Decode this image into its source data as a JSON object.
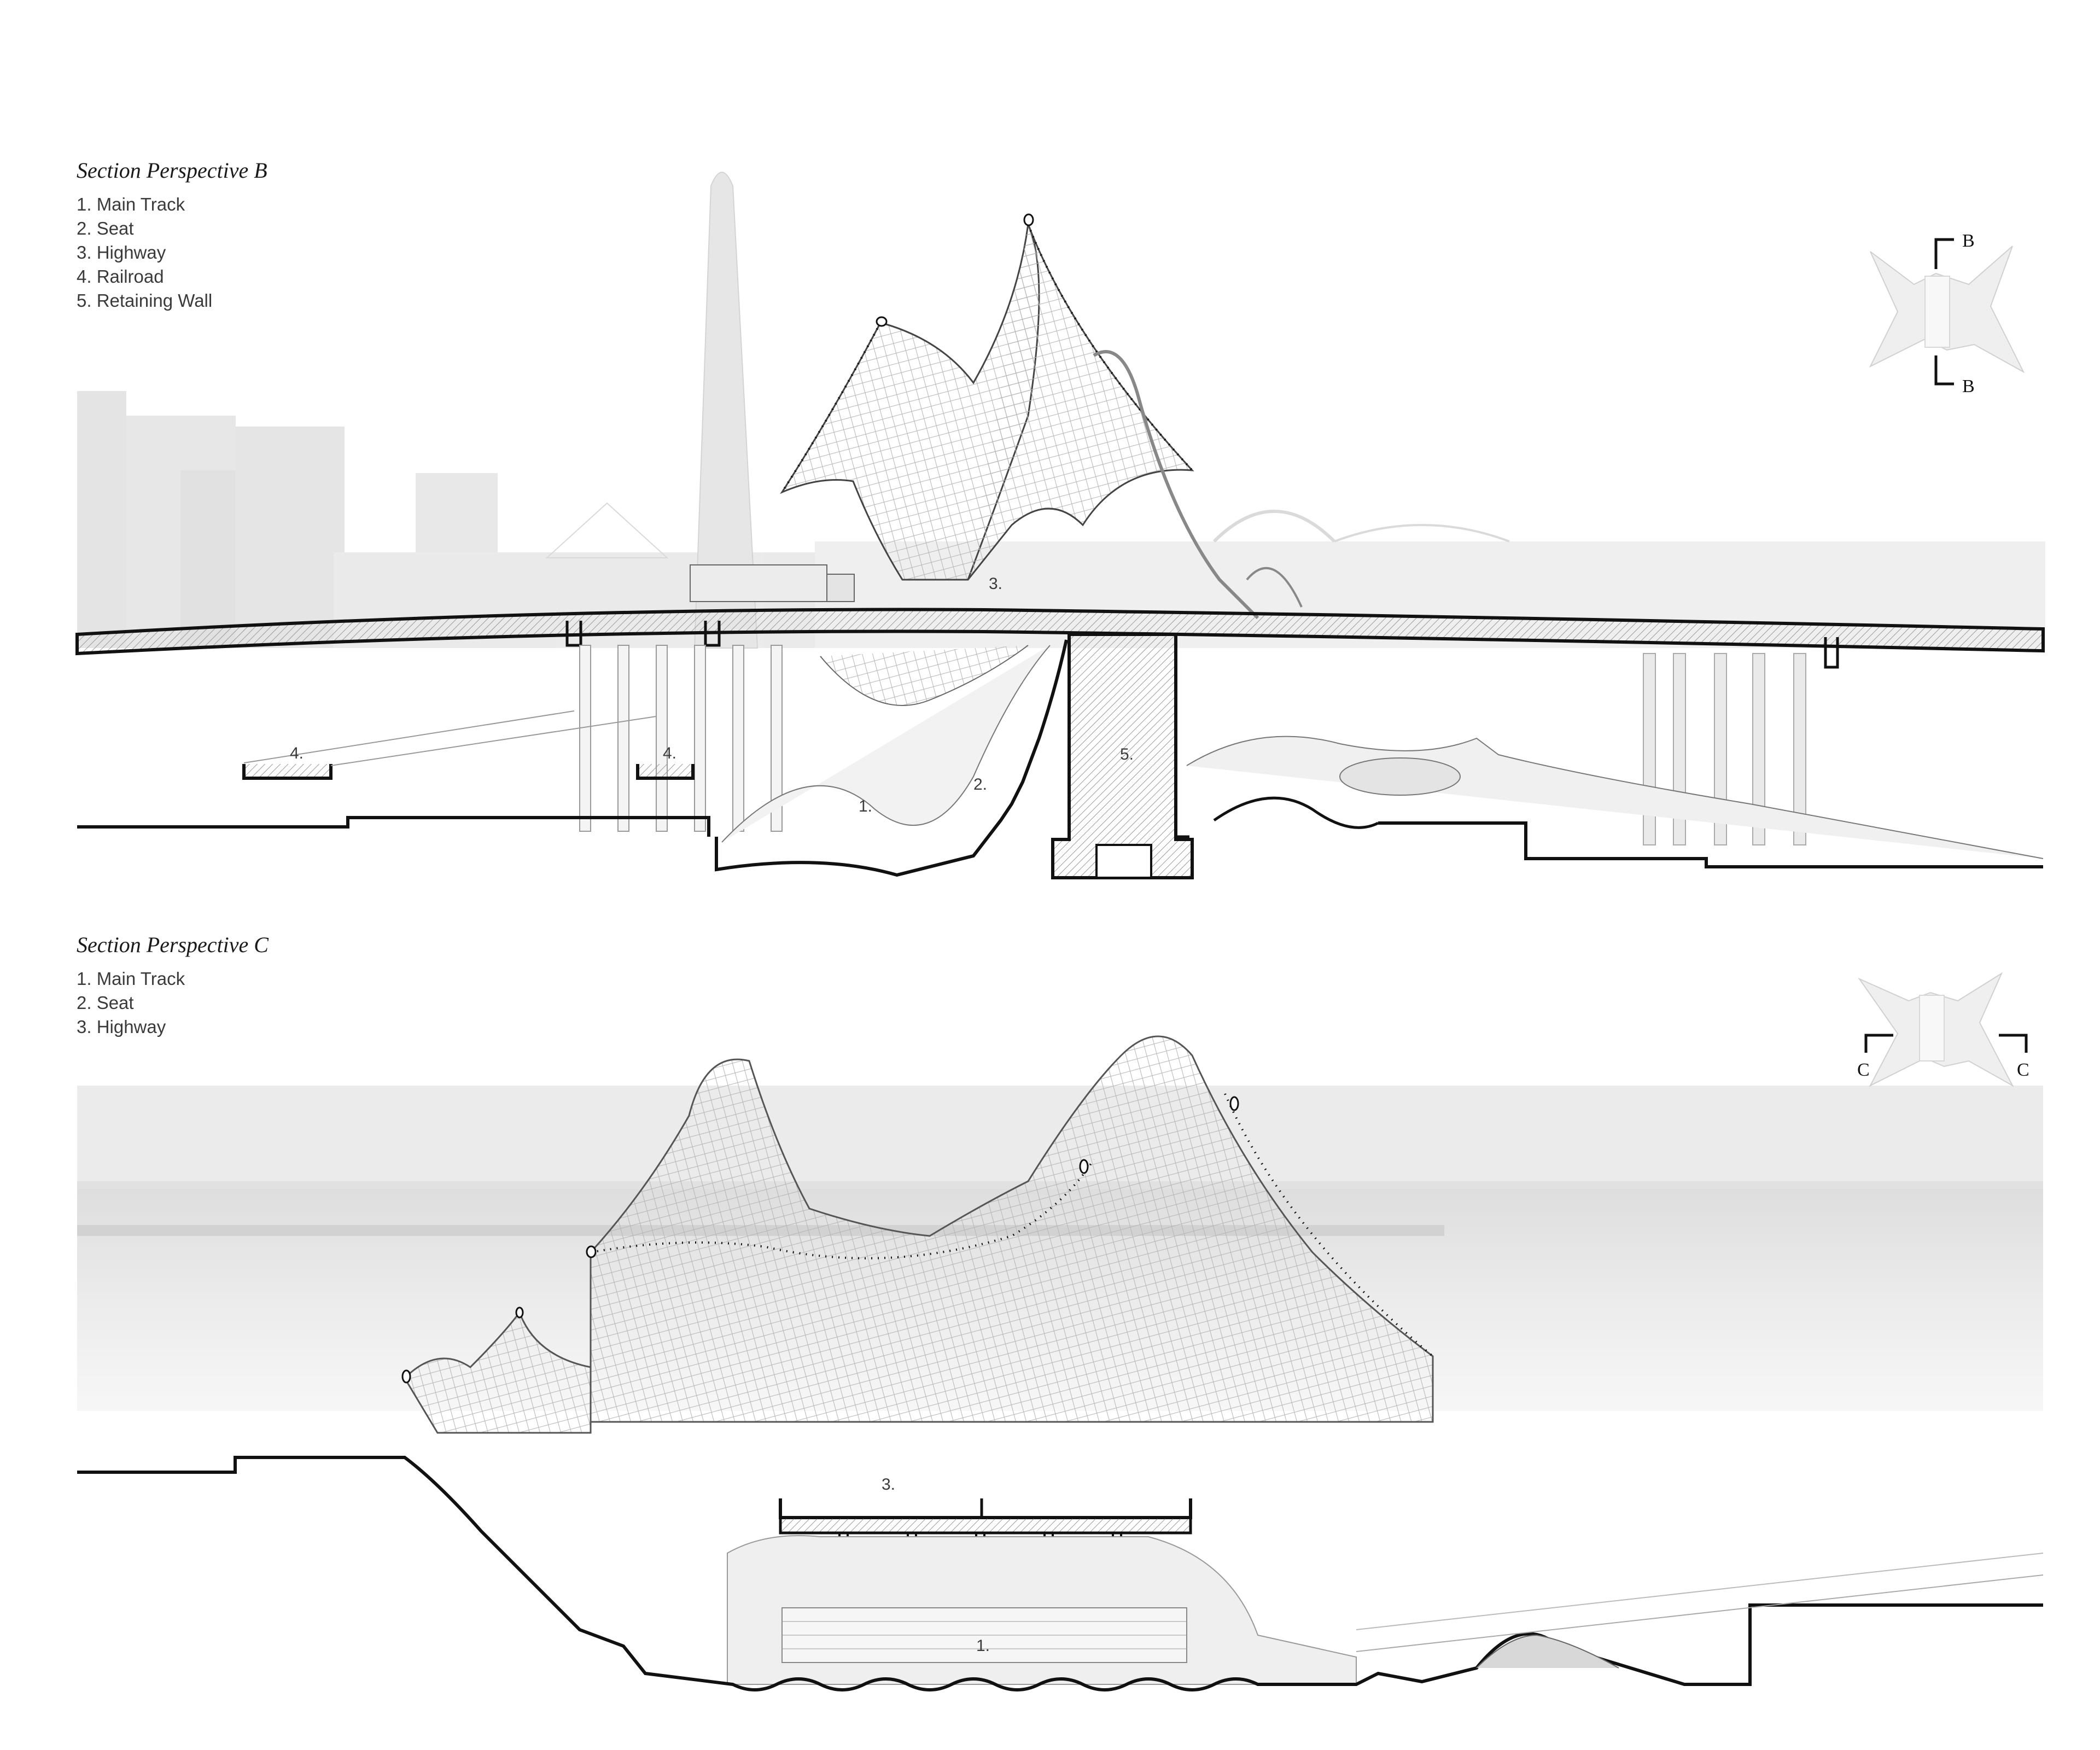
{
  "sheet": {
    "background": "#ffffff",
    "line_color": "#111111",
    "tone_light": "#eeeeee",
    "tone_mid": "#d9d9d9"
  },
  "section_b": {
    "title": "Section Perspective B",
    "legend": [
      "1. Main Track",
      "2. Seat",
      "3. Highway",
      "4. Railroad",
      "5. Retaining Wall"
    ],
    "callouts": {
      "main_track": "1.",
      "seat": "2.",
      "highway": "3.",
      "railroad_left": "4.",
      "railroad_right": "4.",
      "retaining_wall": "5."
    },
    "keyplan": {
      "cut_label_top": "B",
      "cut_label_bottom": "B"
    }
  },
  "section_c": {
    "title": "Section Perspective C",
    "legend": [
      "1. Main Track",
      "2. Seat",
      "3. Highway"
    ],
    "callouts": {
      "highway": "3.",
      "main_track": "1."
    },
    "keyplan": {
      "cut_label_left": "C",
      "cut_label_right": "C"
    }
  }
}
